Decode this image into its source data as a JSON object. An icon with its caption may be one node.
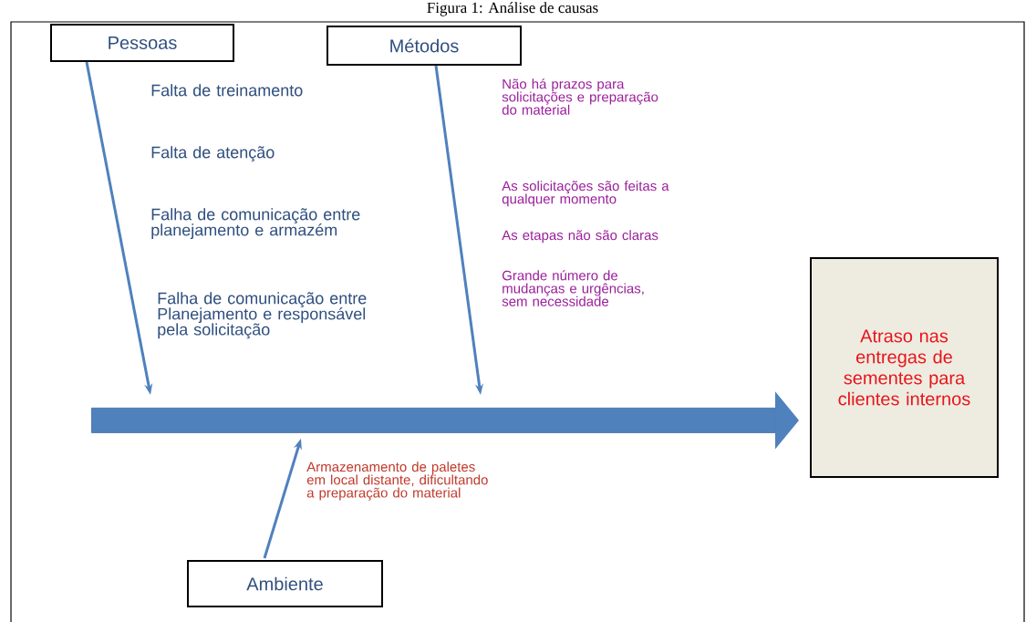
{
  "diagram": {
    "title": "Figura 1: Análise de causas",
    "nodes": [
      {
        "text": [
          "Pessoas"
        ]
      },
      {
        "text": [
          "Métodos"
        ]
      },
      {
        "text": [
          "Ambiente"
        ]
      },
      {
        "text": [
          "Atraso nas entregas de sementes para clientes internos"
        ]
      },
      {
        "text": [],
        "shape": "bar"
      }
    ],
    "edges": [
      {
        "from": 0,
        "to": 4,
        "arrow": "to"
      },
      {
        "from": 1,
        "to": 4,
        "arrow": "to"
      },
      {
        "from": 2,
        "to": 4,
        "arrow": "to"
      },
      {
        "from": 4,
        "to": 3,
        "arrow": "to",
        "style": "thick"
      }
    ],
    "labels": [
      "Falta de treinamento",
      "Falta de atenção",
      "Falha de comunicação entre planejamento e armazém",
      "Falha de comunicação entre Planejamento e responsável pela solicitação",
      "Não há prazos para solicitações e preparação do material",
      "As solicitações são feitas a qualquer momento",
      "As etapas não são claras",
      "Grande número de mudanças e urgências, sem necessidade",
      "Armazenamento de paletes em local distante, dificultando a preparação do material"
    ]
  }
}
